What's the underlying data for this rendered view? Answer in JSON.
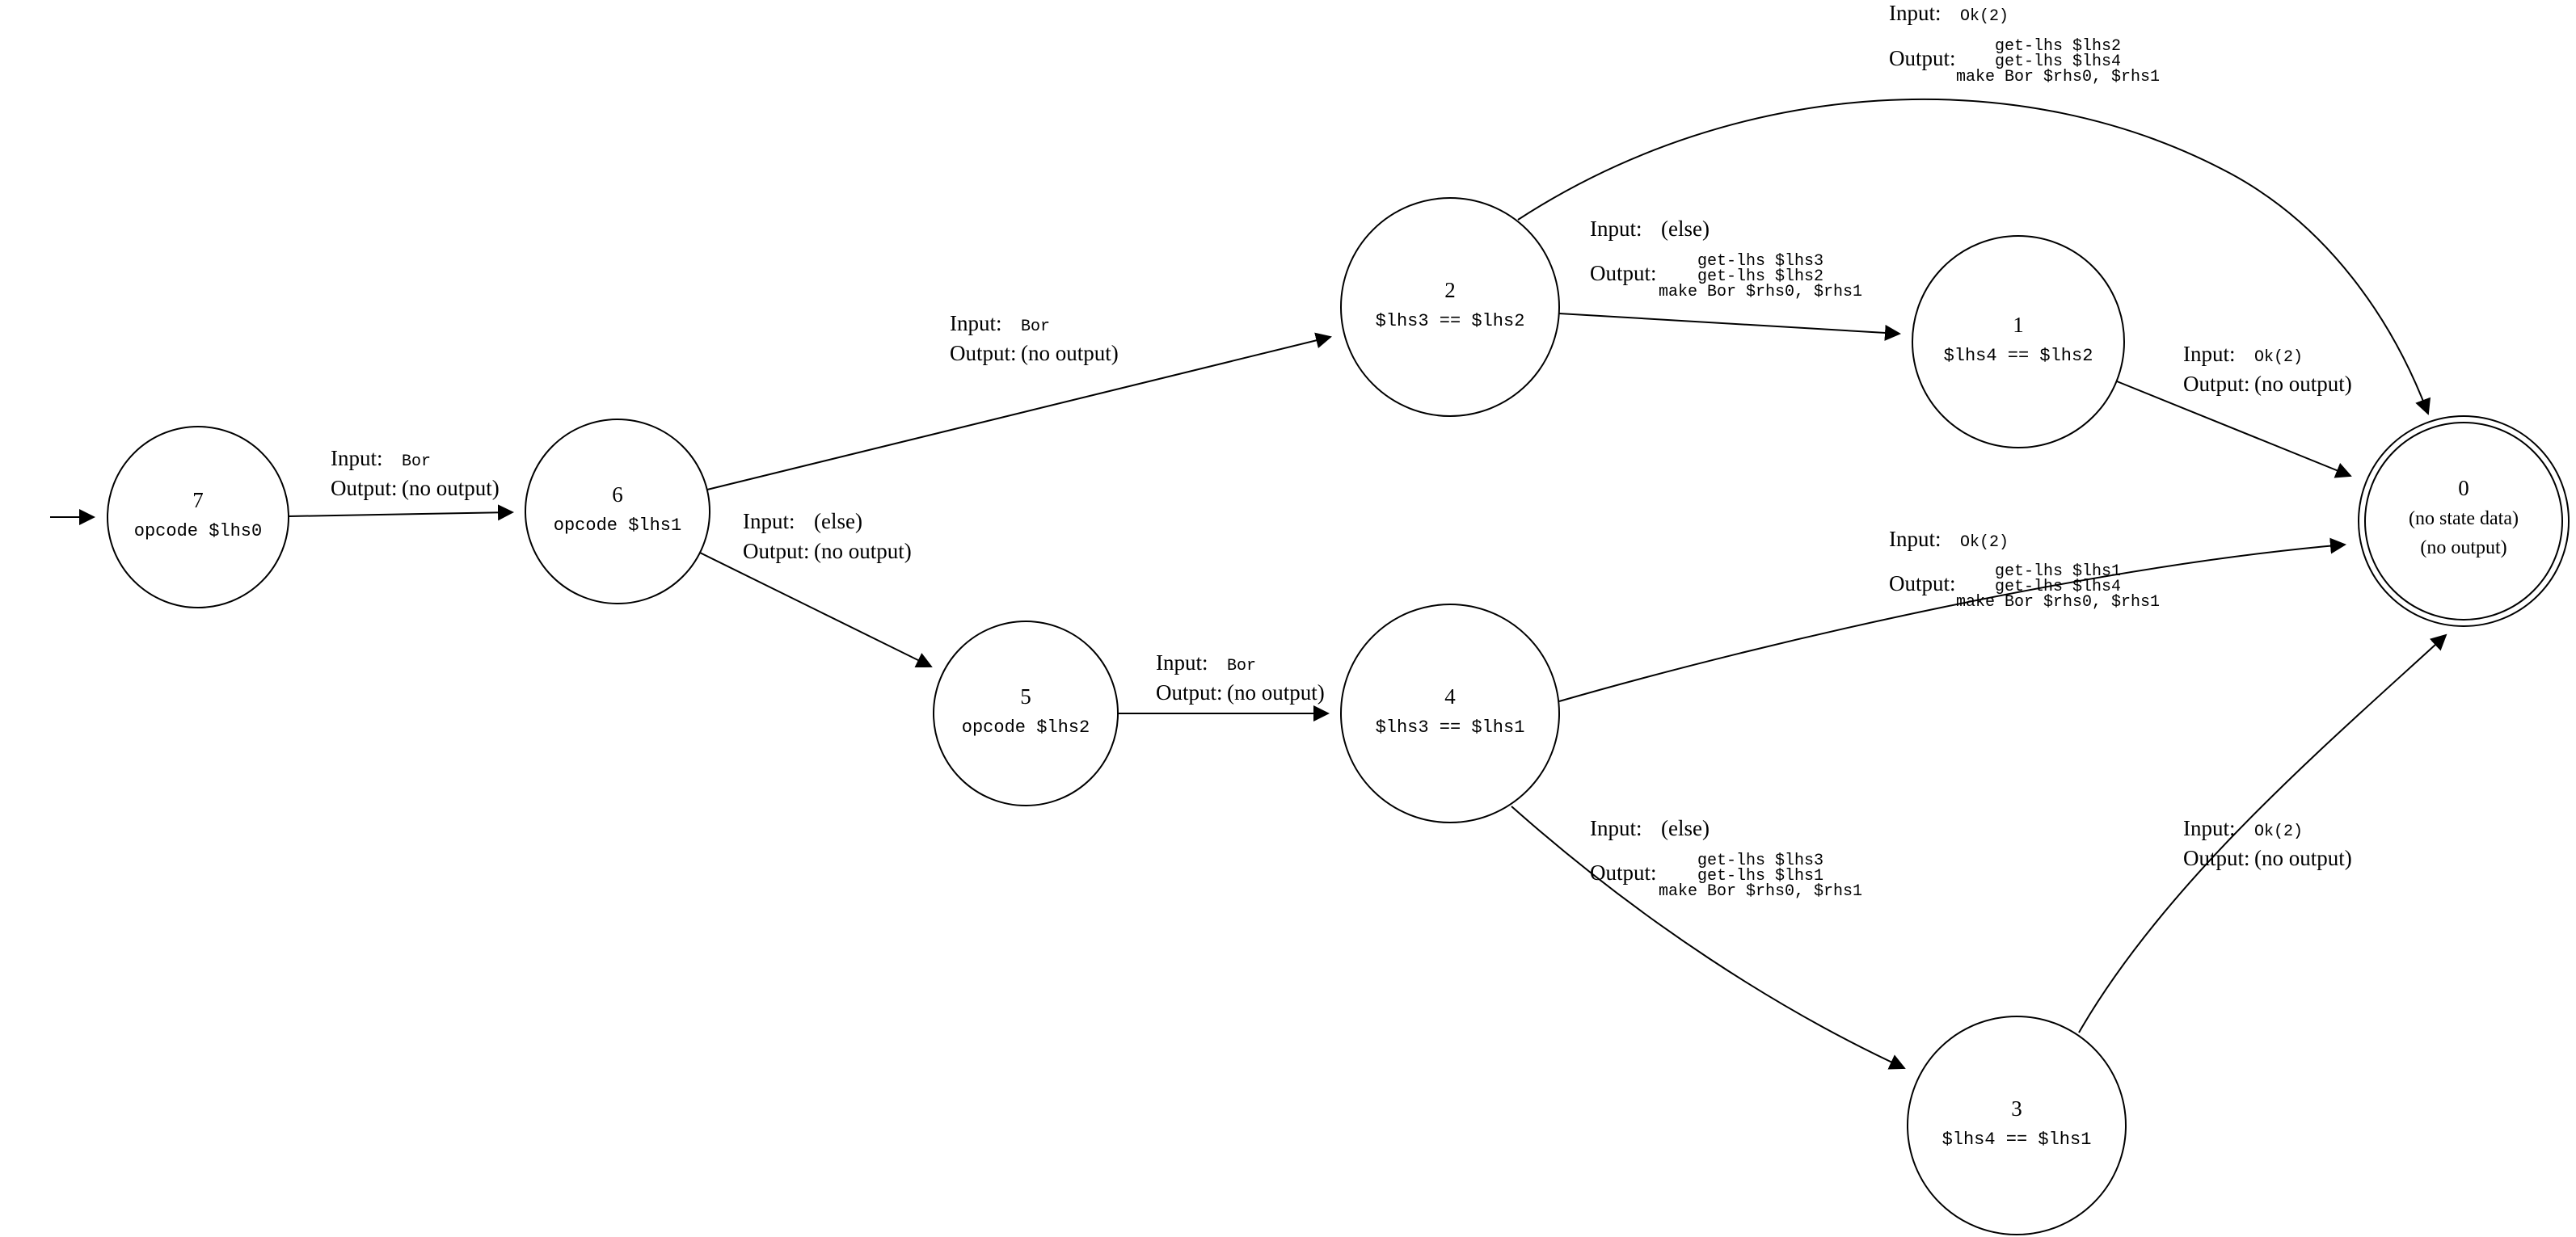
{
  "diagram": {
    "io": {
      "input": "Input:",
      "output": "Output:"
    },
    "nodes": {
      "n7": {
        "id": "7",
        "label": "opcode $lhs0"
      },
      "n6": {
        "id": "6",
        "label": "opcode $lhs1"
      },
      "n5": {
        "id": "5",
        "label": "opcode $lhs2"
      },
      "n2": {
        "id": "2",
        "label": "$lhs3 == $lhs2"
      },
      "n1": {
        "id": "1",
        "label": "$lhs4 == $lhs2"
      },
      "n4": {
        "id": "4",
        "label": "$lhs3 == $lhs1"
      },
      "n3": {
        "id": "3",
        "label": "$lhs4 == $lhs1"
      },
      "n0": {
        "id": "0",
        "label": "(no state data)",
        "sublabel": "(no output)"
      }
    },
    "edges": {
      "e7_6": {
        "from": "7",
        "to": "6",
        "input": "Bor",
        "output": [
          "(no output)"
        ]
      },
      "e6_2": {
        "from": "6",
        "to": "2",
        "input": "Bor",
        "output": [
          "(no output)"
        ]
      },
      "e6_5": {
        "from": "6",
        "to": "5",
        "input": "(else)",
        "output": [
          "(no output)"
        ]
      },
      "e2_0": {
        "from": "2",
        "to": "0",
        "input": "Ok(2)",
        "output": [
          "get-lhs $lhs2",
          "get-lhs $lhs4",
          "make Bor $rhs0, $rhs1"
        ]
      },
      "e2_1": {
        "from": "2",
        "to": "1",
        "input": "(else)",
        "output": [
          "get-lhs $lhs3",
          "get-lhs $lhs2",
          "make Bor $rhs0, $rhs1"
        ]
      },
      "e1_0": {
        "from": "1",
        "to": "0",
        "input": "Ok(2)",
        "output": [
          "(no output)"
        ]
      },
      "e5_4": {
        "from": "5",
        "to": "4",
        "input": "Bor",
        "output": [
          "(no output)"
        ]
      },
      "e4_0": {
        "from": "4",
        "to": "0",
        "input": "Ok(2)",
        "output": [
          "get-lhs $lhs1",
          "get-lhs $lhs4",
          "make Bor $rhs0, $rhs1"
        ]
      },
      "e4_3": {
        "from": "4",
        "to": "3",
        "input": "(else)",
        "output": [
          "get-lhs $lhs3",
          "get-lhs $lhs1",
          "make Bor $rhs0, $rhs1"
        ]
      },
      "e3_0": {
        "from": "3",
        "to": "0",
        "input": "Ok(2)",
        "output": [
          "(no output)"
        ]
      }
    }
  }
}
